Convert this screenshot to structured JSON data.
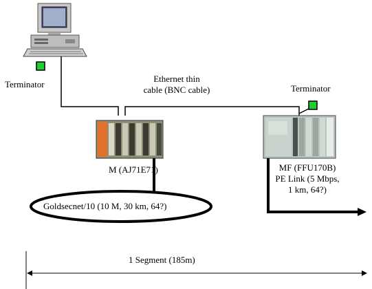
{
  "labels": {
    "terminator_left": "Terminator",
    "terminator_right": "Terminator",
    "cable_line1": "Ethernet thin",
    "cable_line2": "cable (BNC cable)",
    "plc_left": "M (AJ71E71)",
    "goldsecnet": "Goldsecnet/10 (10 M, 30 km, 64?)",
    "plc_right_line1": "MF (FFU170B)",
    "plc_right_line2": "PE Link (5 Mbps,",
    "plc_right_line3": "1 km, 64?)",
    "segment": "1 Segment (185m)"
  },
  "colors": {
    "terminator": "#22cc33",
    "line": "#000000",
    "plc_orange": "#e0702a",
    "plc_body": "#9a9a80",
    "plc_right_body": "#b8c4bc"
  },
  "icons": {
    "computer": "desktop-computer-icon",
    "plc_left": "plc-rack-icon",
    "plc_right": "plc-rack-icon",
    "terminator": "green-square-icon"
  }
}
